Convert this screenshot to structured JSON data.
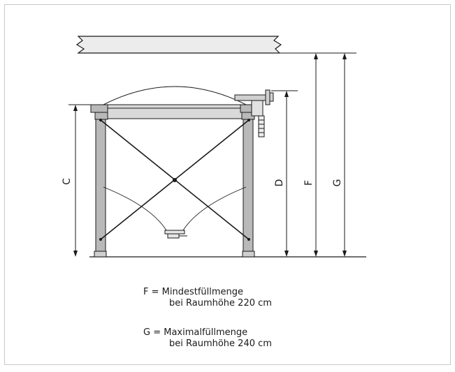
{
  "dimensions": {
    "c": "C",
    "d": "D",
    "f": "F",
    "g": "G"
  },
  "legend": [
    {
      "line1": "F = Mindestfüllmenge",
      "line2": "bei Raumhöhe 220 cm"
    },
    {
      "line1": "G = Maximalfüllmenge",
      "line2": "bei Raumhöhe 240 cm"
    }
  ],
  "colors": {
    "line": "#1a1a1a",
    "frame_border": "#c8c8c8",
    "ceiling_fill": "#ececec",
    "leg_fill": "#b9b9b9",
    "tank_top_fill": "#d9d9d9"
  }
}
